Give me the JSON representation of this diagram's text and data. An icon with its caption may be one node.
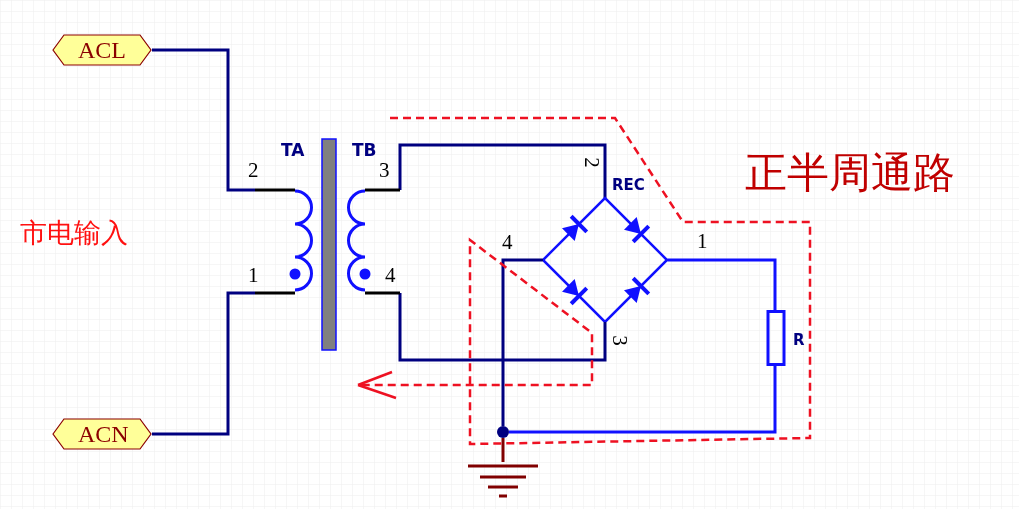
{
  "diagram": {
    "nodes": [
      {
        "text": [
          "ACL"
        ]
      },
      {
        "text": [
          "ACN"
        ]
      },
      {
        "text": [
          "TA",
          "TB"
        ]
      },
      {
        "text": [
          "REC"
        ]
      },
      {
        "text": [
          "R"
        ]
      },
      {
        "text": [],
        "shape": "circle"
      },
      {
        "text": [],
        "shape": "picture"
      }
    ],
    "edges": [
      {
        "from": 0,
        "to": 2,
        "arrow": "none"
      },
      {
        "from": 1,
        "to": 2,
        "arrow": "none"
      },
      {
        "from": 2,
        "to": 3,
        "arrow": "none"
      },
      {
        "from": 2,
        "to": 3,
        "arrow": "none"
      },
      {
        "from": 3,
        "to": 4,
        "arrow": "none",
        "color": "#1010ff"
      },
      {
        "from": 3,
        "to": 5,
        "arrow": "none"
      },
      {
        "from": 4,
        "to": 5,
        "arrow": "none",
        "color": "#1010ff"
      },
      {
        "from": 5,
        "to": 6,
        "arrow": "none",
        "color": "#800000"
      }
    ],
    "labels": [
      "市电输入",
      "2",
      "1",
      "3",
      "4",
      "正半周通路",
      "2",
      "4",
      "1",
      "3"
    ]
  }
}
